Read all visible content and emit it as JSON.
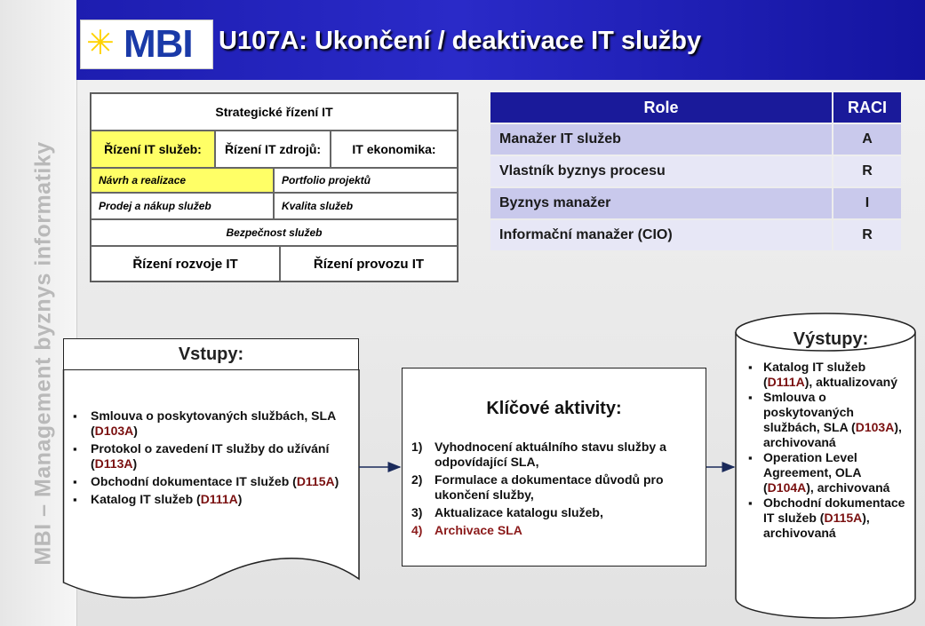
{
  "header": {
    "logo_text": "MBI",
    "title": "U107A: Ukončení / deaktivace IT služby"
  },
  "sidebar": {
    "text": "MBI – Management byznys informatiky"
  },
  "process_map": {
    "strategic": "Strategické řízení IT",
    "services": "Řízení IT služeb:",
    "resources": "Řízení IT zdrojů:",
    "economics": "IT ekonomika:",
    "design": "Návrh a realizace",
    "portfolio": "Portfolio projektů",
    "sales": "Prodej a nákup služeb",
    "quality": "Kvalita služeb",
    "security": "Bezpečnost služeb",
    "development": "Řízení rozvoje IT",
    "operations": "Řízení provozu IT"
  },
  "raci": {
    "header_role": "Role",
    "header_raci": "RACI",
    "rows": [
      {
        "role": "Manažer IT služeb",
        "value": "A"
      },
      {
        "role": "Vlastník byznys procesu",
        "value": "R"
      },
      {
        "role": "Byznys manažer",
        "value": "I"
      },
      {
        "role": "Informační manažer (CIO)",
        "value": "R"
      }
    ]
  },
  "inputs": {
    "title": "Vstupy:",
    "items": [
      {
        "text": "Smlouva o poskytovaných službách, SLA (",
        "code": "D103A",
        "tail": ")"
      },
      {
        "text": "Protokol o zavedení IT služby do užívání (",
        "code": "D113A",
        "tail": ")"
      },
      {
        "text": "Obchodní dokumentace IT služeb (",
        "code": "D115A",
        "tail": ")"
      },
      {
        "text": "Katalog IT služeb (",
        "code": "D111A",
        "tail": ")"
      }
    ]
  },
  "activities": {
    "title": "Klíčové aktivity:",
    "items": [
      {
        "num": "1)",
        "text": "Vyhodnocení aktuálního stavu služby a odpovídající SLA,"
      },
      {
        "num": "2)",
        "text": "Formulace a dokumentace důvodů pro ukončení služby,"
      },
      {
        "num": "3)",
        "text": "Aktualizace katalogu služeb,"
      },
      {
        "num": "4)",
        "text": "Archivace SLA"
      }
    ]
  },
  "outputs": {
    "title": "Výstupy:",
    "items": [
      {
        "text": "Katalog IT služeb (",
        "code": "D111A",
        "tail": "), aktualizovaný"
      },
      {
        "text": "Smlouva o poskytovaných službách, SLA (",
        "code": "D103A",
        "tail": "), archivovaná"
      },
      {
        "text": "Operation Level Agreement, OLA (",
        "code": "D104A",
        "tail": "), archivovaná"
      },
      {
        "text": "Obchodní dokumentace IT služeb (",
        "code": "D115A",
        "tail": "), archivovaná"
      }
    ]
  },
  "colors": {
    "header_blue": "#1f1fb8",
    "raci_header": "#1a1a9a",
    "highlight_yellow": "#ffff66",
    "code_red": "#7a1010"
  }
}
